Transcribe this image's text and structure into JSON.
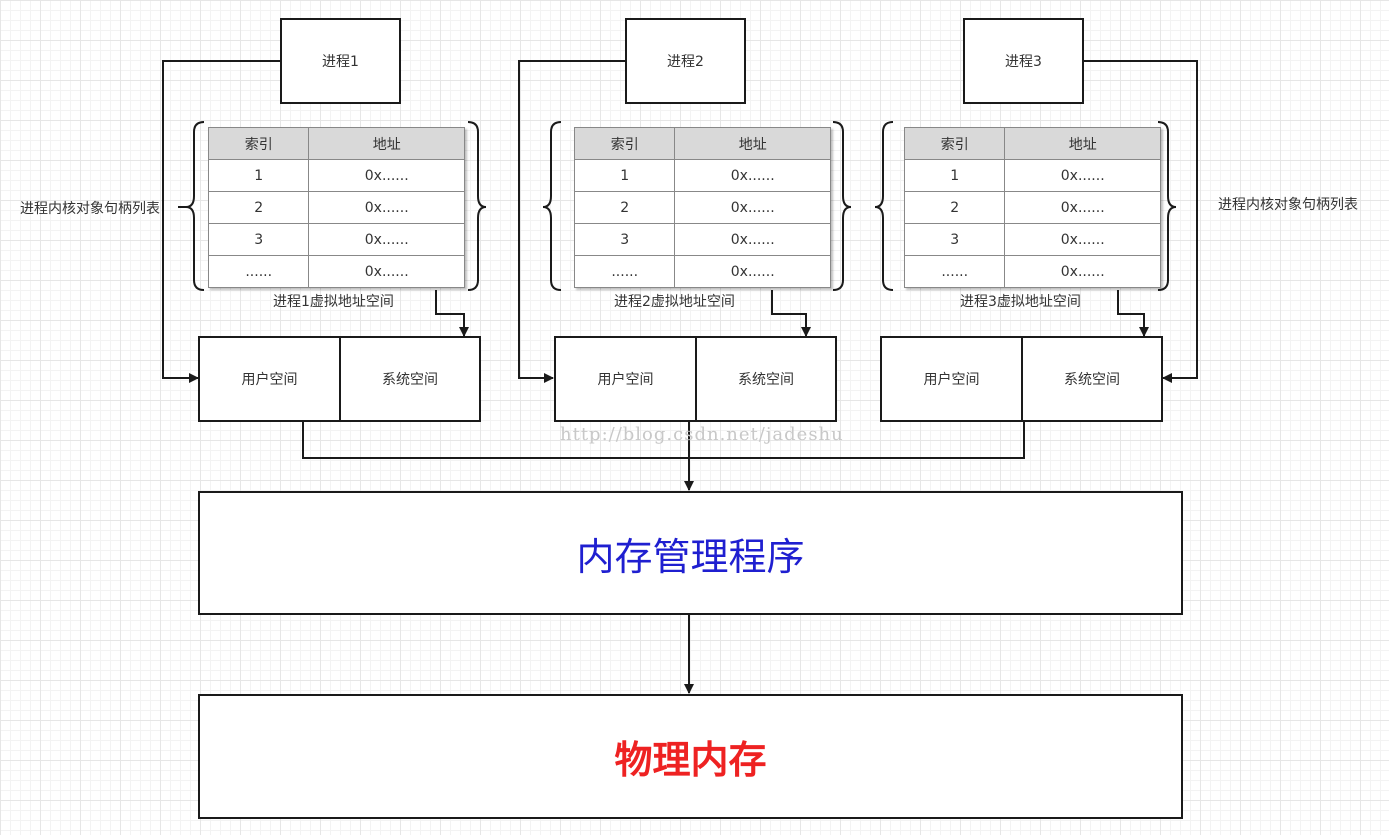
{
  "processes": [
    {
      "name": "进程1",
      "space_label": "进程1虚拟地址空间"
    },
    {
      "name": "进程2",
      "space_label": "进程2虚拟地址空间"
    },
    {
      "name": "进程3",
      "space_label": "进程3虚拟地址空间"
    }
  ],
  "handle_table": {
    "caption": "进程内核对象句柄列表",
    "headers": {
      "index": "索引",
      "address": "地址"
    },
    "rows": [
      {
        "index": "1",
        "address": "0x......"
      },
      {
        "index": "2",
        "address": "0x......"
      },
      {
        "index": "3",
        "address": "0x......"
      },
      {
        "index": "......",
        "address": "0x......"
      }
    ]
  },
  "address_space": {
    "user": "用户空间",
    "system": "系统空间"
  },
  "memory_manager": "内存管理程序",
  "physical_memory": "物理内存",
  "watermark": "http://blog.csdn.net/jadeshu",
  "colors": {
    "memory_manager": "#1f1fd0",
    "physical_memory": "#ee2222",
    "line": "#1a1a1a"
  }
}
